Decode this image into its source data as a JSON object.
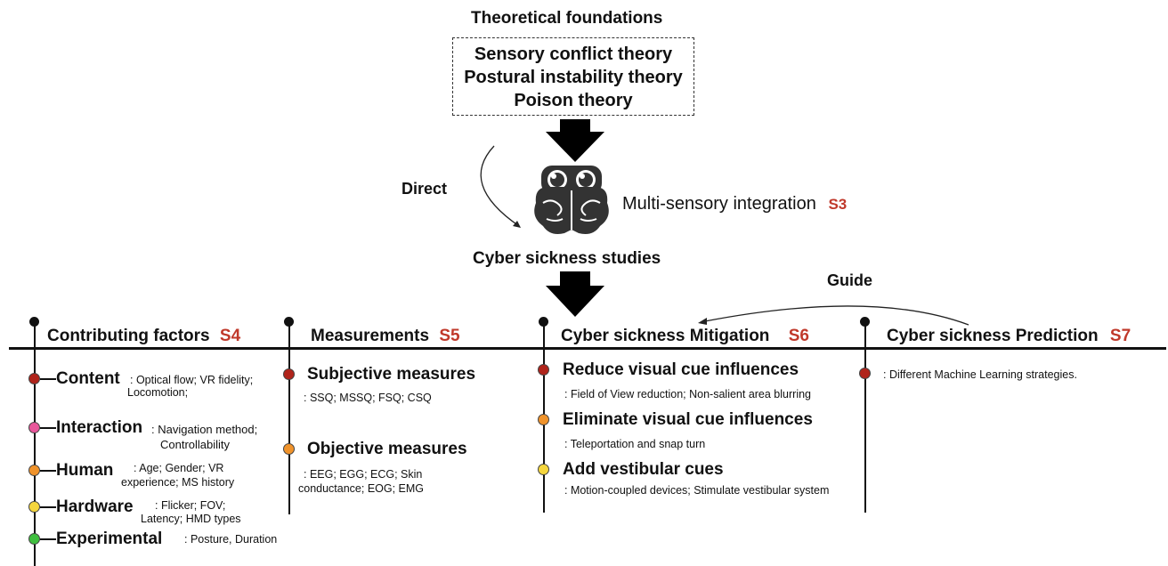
{
  "top": {
    "title": "Theoretical foundations",
    "theories": [
      "Sensory conflict theory",
      "Postural instability theory",
      "Poison theory"
    ],
    "direct_label": "Direct",
    "integration_label": "Multi-sensory integration",
    "integration_section": "S3",
    "studies_label": "Cyber sickness studies",
    "guide_label": "Guide"
  },
  "columns": {
    "factors": {
      "title": "Contributing factors",
      "section": "S4"
    },
    "measurements": {
      "title": "Measurements",
      "section": "S5"
    },
    "mitigation": {
      "title": "Cyber sickness Mitigation",
      "section": "S6"
    },
    "prediction": {
      "title": "Cyber sickness Prediction",
      "section": "S7"
    }
  },
  "factors": [
    {
      "name": "Content",
      "detail_1": ": Optical flow; VR fidelity;",
      "detail_2": "Locomotion;",
      "color": "#b0241b"
    },
    {
      "name": "Interaction",
      "detail_1": ": Navigation method;",
      "detail_2": "Controllability",
      "color": "#e8579b"
    },
    {
      "name": "Human",
      "detail_1": ": Age; Gender; VR",
      "detail_2": "experience; MS history",
      "color": "#f0932b"
    },
    {
      "name": "Hardware",
      "detail_1": ": Flicker; FOV;",
      "detail_2": "Latency; HMD types",
      "color": "#f5d63d"
    },
    {
      "name": "Experimental",
      "detail_1": ": Posture, Duration",
      "color": "#3fbf3f"
    }
  ],
  "measures": [
    {
      "name": "Subjective measures",
      "detail_1": ": SSQ; MSSQ; FSQ; CSQ",
      "color": "#b0241b"
    },
    {
      "name": "Objective measures",
      "detail_1": ": EEG; EGG; ECG; Skin",
      "detail_2": "conductance; EOG; EMG",
      "color": "#f0932b"
    }
  ],
  "mitigations": [
    {
      "name": "Reduce visual cue influences",
      "detail": ": Field of View reduction; Non-salient area blurring",
      "color": "#b0241b"
    },
    {
      "name": "Eliminate visual cue influences",
      "detail": ": Teleportation and snap turn",
      "color": "#f0932b"
    },
    {
      "name": "Add vestibular cues",
      "detail": ": Motion-coupled devices; Stimulate vestibular system",
      "color": "#f5d63d"
    }
  ],
  "predictions": [
    {
      "detail": ": Different Machine Learning strategies.",
      "color": "#b0241b"
    }
  ],
  "icons": {
    "brain": "brain-vr-headset-icon",
    "arrow": "down-arrow-icon"
  }
}
